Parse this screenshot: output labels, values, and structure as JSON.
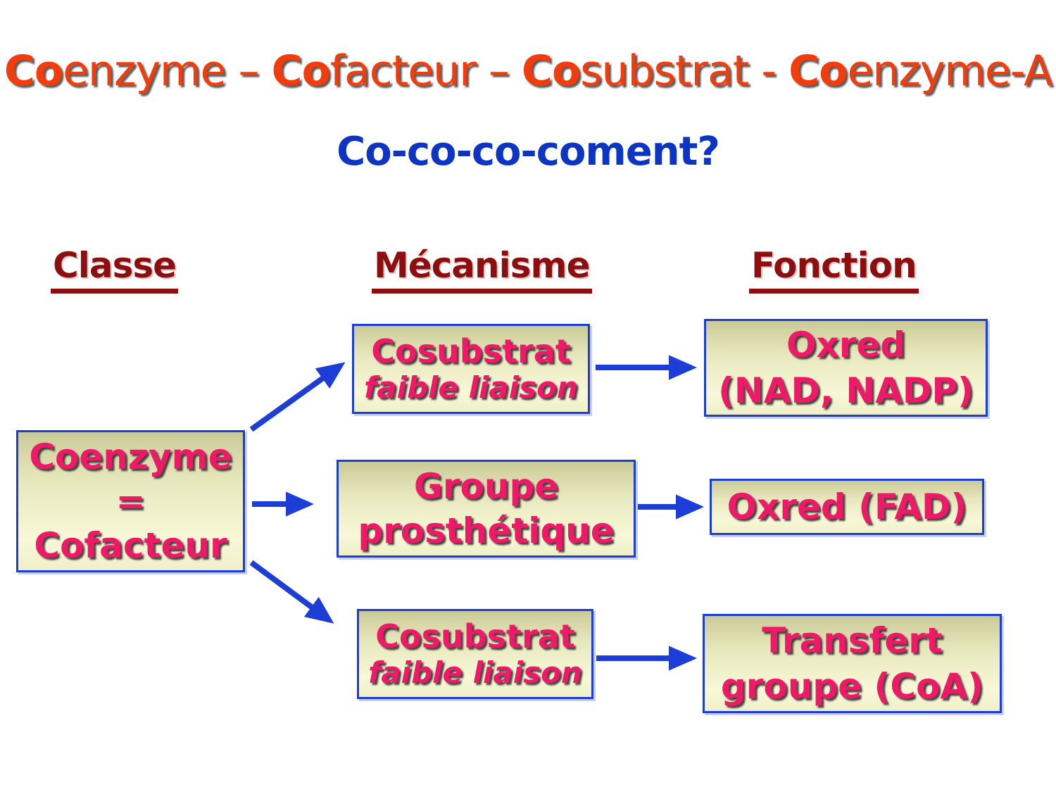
{
  "title": {
    "words": [
      {
        "co": "Co",
        "rest": "enzyme"
      },
      {
        "co": "Co",
        "rest": "facteur"
      },
      {
        "co": "Co",
        "rest": "substrat"
      },
      {
        "co": "Co",
        "rest": "enzyme-A"
      }
    ],
    "sep1": " – ",
    "sep2": " – ",
    "sep3": " - "
  },
  "subtitle": "Co-co-co-coment?",
  "columns": {
    "classe": "Classe",
    "mecanisme": "Mécanisme",
    "fonction": "Fonction"
  },
  "classe_box": {
    "line1": "Coenzyme",
    "line2": "=",
    "line3": "Cofacteur"
  },
  "mecanisme_boxes": {
    "top": {
      "title": "Cosubstrat",
      "subtitle": "faible liaison"
    },
    "middle": {
      "line1": "Groupe",
      "line2": "prosthétique"
    },
    "bottom": {
      "title": "Cosubstrat",
      "subtitle": "faible liaison"
    }
  },
  "fonction_boxes": {
    "top": {
      "line1": "Oxred",
      "line2": "(NAD, NADP)"
    },
    "middle": {
      "line1": "Oxred (FAD)"
    },
    "bottom": {
      "line1": "Transfert",
      "line2": "groupe (CoA)"
    }
  },
  "colors": {
    "title_orange_red": "#f23c0c",
    "subtitle_blue": "#0c35c3",
    "header_dark_red": "#8d0e0e",
    "box_text_pink": "#ee1a67",
    "box_border_blue": "#1c3dd6",
    "arrow_blue": "#1c3dd6",
    "box_fill_dark": "#caca98",
    "box_fill_light": "#f8f8d8",
    "background": "#ffffff"
  }
}
